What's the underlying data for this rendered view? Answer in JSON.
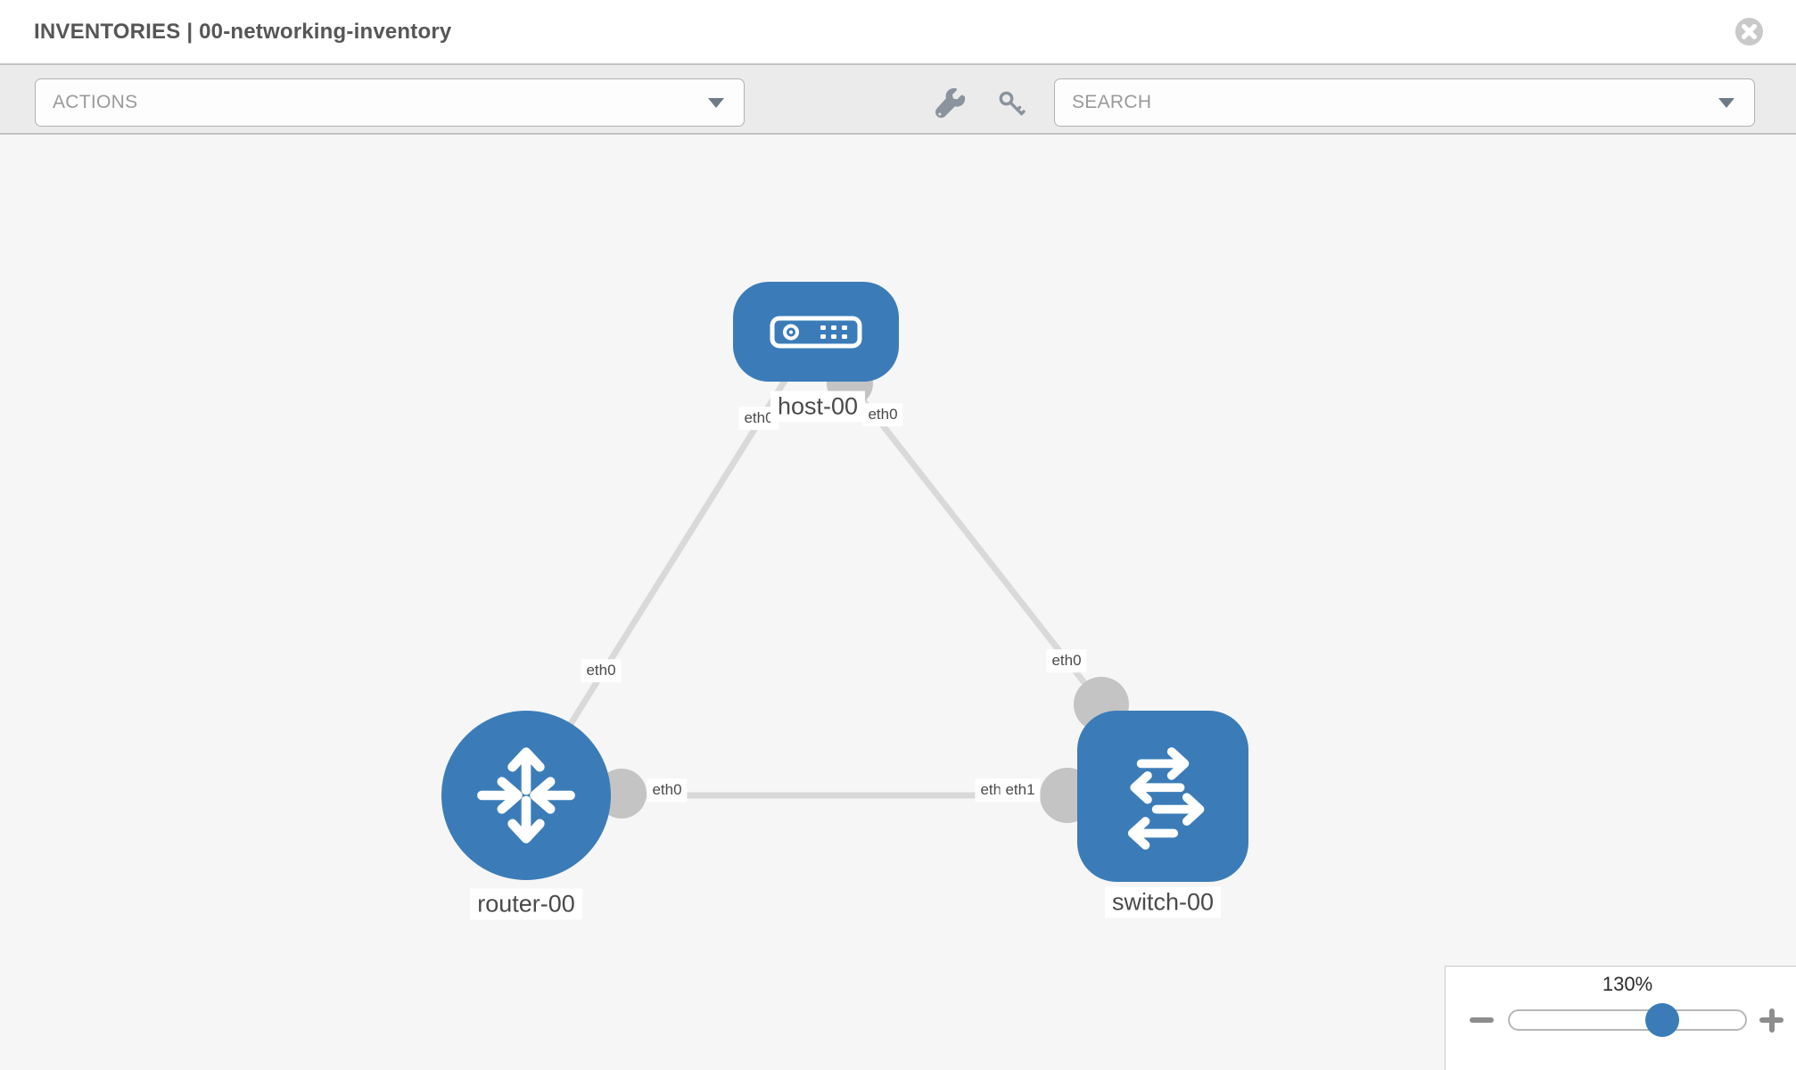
{
  "window": {
    "title": "INVENTORIES | 00-networking-inventory"
  },
  "toolbar": {
    "actions_label": "ACTIONS",
    "search_placeholder": "SEARCH"
  },
  "icons": {
    "close": "circle-x-icon",
    "actions_caret": "caret-down-icon",
    "search_caret": "caret-down-icon",
    "wrench": "wrench-icon",
    "key": "key-icon",
    "zoom_out": "minus-icon",
    "zoom_in": "plus-icon"
  },
  "colors": {
    "node_blue": "#3b7cb8",
    "edge_gray": "#d9d9d9",
    "connector_gray": "#c4c4c4",
    "canvas_bg": "#f6f6f6",
    "toolbar_bg": "#ebebeb"
  },
  "topology": {
    "nodes": [
      {
        "label": "host-00",
        "type": "host"
      },
      {
        "label": "router-00",
        "type": "router"
      },
      {
        "label": "switch-00",
        "type": "switch"
      }
    ],
    "interfaces": [
      {
        "label": "eth0",
        "location": "host-left"
      },
      {
        "label": "eth0",
        "location": "host-right"
      },
      {
        "label": "eth0",
        "location": "link-upper-near-router"
      },
      {
        "label": "eth0",
        "location": "link-upper-near-switch"
      },
      {
        "label": "eth0",
        "location": "router-right"
      },
      {
        "label": "eth0",
        "location": "switch-left-under"
      },
      {
        "label": "eth1",
        "location": "switch-left-over"
      }
    ],
    "links": [
      {
        "from": "host-00",
        "to": "router-00"
      },
      {
        "from": "host-00",
        "to": "switch-00"
      },
      {
        "from": "router-00",
        "to": "switch-00"
      }
    ]
  },
  "zoom": {
    "value": "130%",
    "minus": "−",
    "plus": "+"
  }
}
